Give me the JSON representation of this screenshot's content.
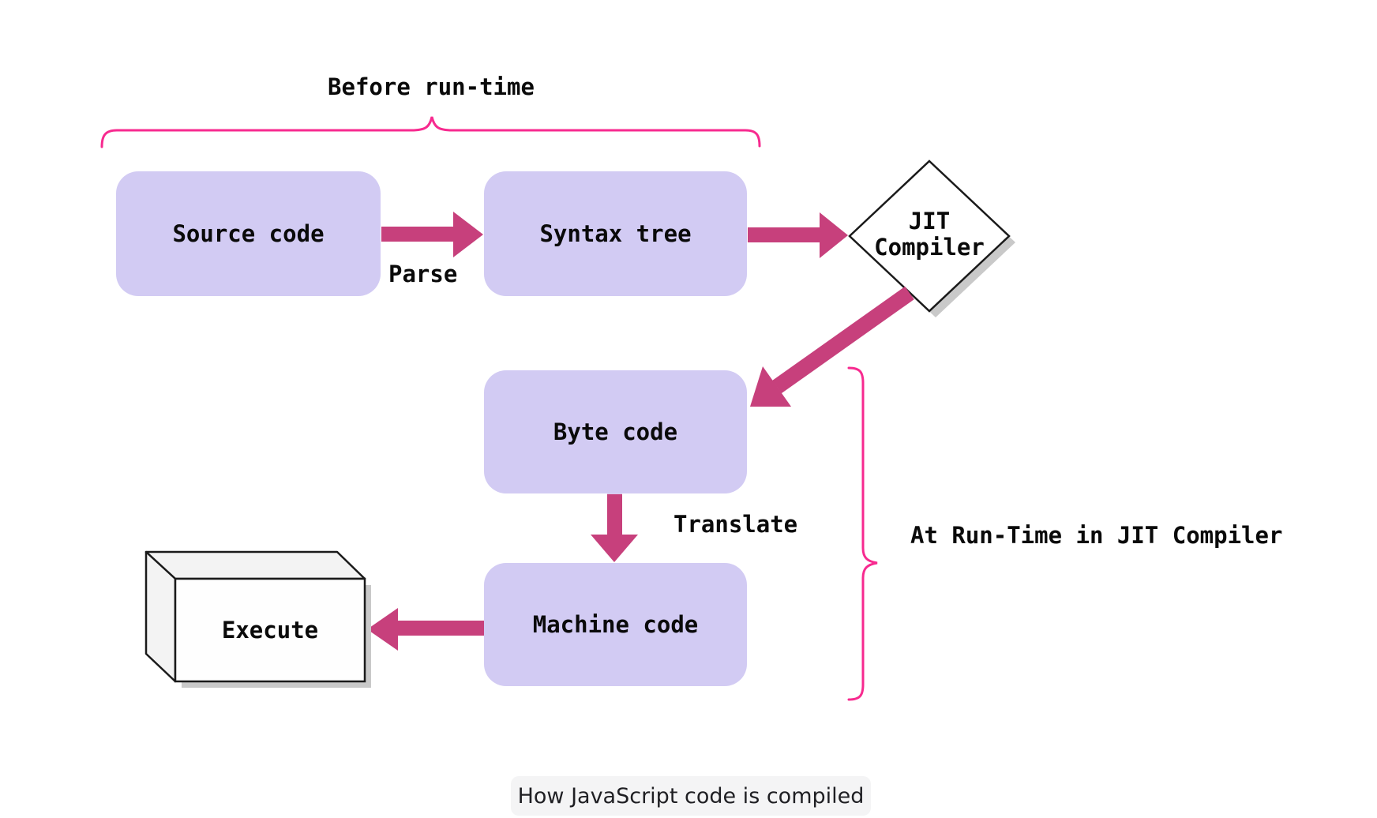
{
  "title_label": "Before run-time",
  "nodes": {
    "source_code": {
      "label": "Source code"
    },
    "syntax_tree": {
      "label": "Syntax tree"
    },
    "jit_compiler": {
      "label_line1": "JIT",
      "label_line2": "Compiler"
    },
    "byte_code": {
      "label": "Byte code"
    },
    "machine_code": {
      "label": "Machine code"
    },
    "execute": {
      "label": "Execute"
    }
  },
  "edge_labels": {
    "parse": "Parse",
    "translate": "Translate"
  },
  "annotations": {
    "before_runtime": "Before run-time",
    "at_runtime": "At Run-Time in JIT Compiler"
  },
  "caption": "How JavaScript code is compiled",
  "colors": {
    "node_fill": "#d2cbf3",
    "arrow_pink": "#c7407c",
    "brace_pink": "#f72a8f",
    "outline_black": "#1a1a1a",
    "shadow_gray": "#c9c9c9",
    "cube_face_light": "#f3f3f3",
    "cube_face_front": "#fefefe",
    "caption_bg": "#f4f4f5",
    "text_black": "#0a0a0a",
    "arrow_overlap_tint": "#dfc9ec"
  }
}
